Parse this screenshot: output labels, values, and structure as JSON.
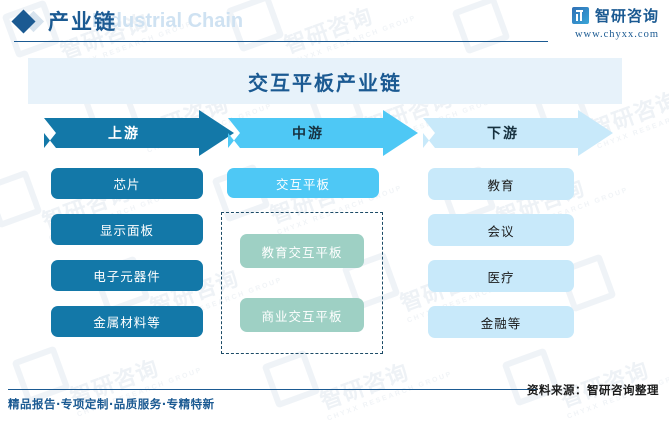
{
  "header": {
    "title_cn": "产业链",
    "title_en": "Industrial Chain",
    "diamond_icon": "diamond-icon",
    "accent_color": "#1b5a92"
  },
  "brand": {
    "mark": "zhiyan-logo-icon",
    "name": "智研咨询",
    "url": "www.chyxx.com"
  },
  "banner": {
    "title": "交互平板产业链",
    "background": "#e7f2fa"
  },
  "arrows": [
    {
      "label": "上游",
      "color": "#1378a8",
      "text_color": "#ffffff"
    },
    {
      "label": "中游",
      "color": "#4ec8f5",
      "text_color": "#17313f"
    },
    {
      "label": "下游",
      "color": "#c8e9fa",
      "text_color": "#17313f"
    }
  ],
  "columns": {
    "upstream": {
      "color": "#1378a8",
      "items": [
        {
          "label": "芯片"
        },
        {
          "label": "显示面板"
        },
        {
          "label": "电子元器件"
        },
        {
          "label": "金属材料等"
        }
      ]
    },
    "midstream": {
      "head": {
        "label": "交互平板",
        "color": "#4ec8f5"
      },
      "sub_color": "#9ed0c4",
      "items": [
        {
          "label": "教育交互平板"
        },
        {
          "label": "商业交互平板"
        }
      ]
    },
    "downstream": {
      "color": "#c8e9fa",
      "items": [
        {
          "label": "教育"
        },
        {
          "label": "会议"
        },
        {
          "label": "医疗"
        },
        {
          "label": "金融等"
        }
      ]
    }
  },
  "footer": {
    "slogan": "精品报告·专项定制·品质服务·专精特新",
    "source": "资料来源：智研咨询整理"
  },
  "watermark": {
    "text": "智研咨询",
    "subtext": "CHYXX RESEARCH GROUP"
  }
}
